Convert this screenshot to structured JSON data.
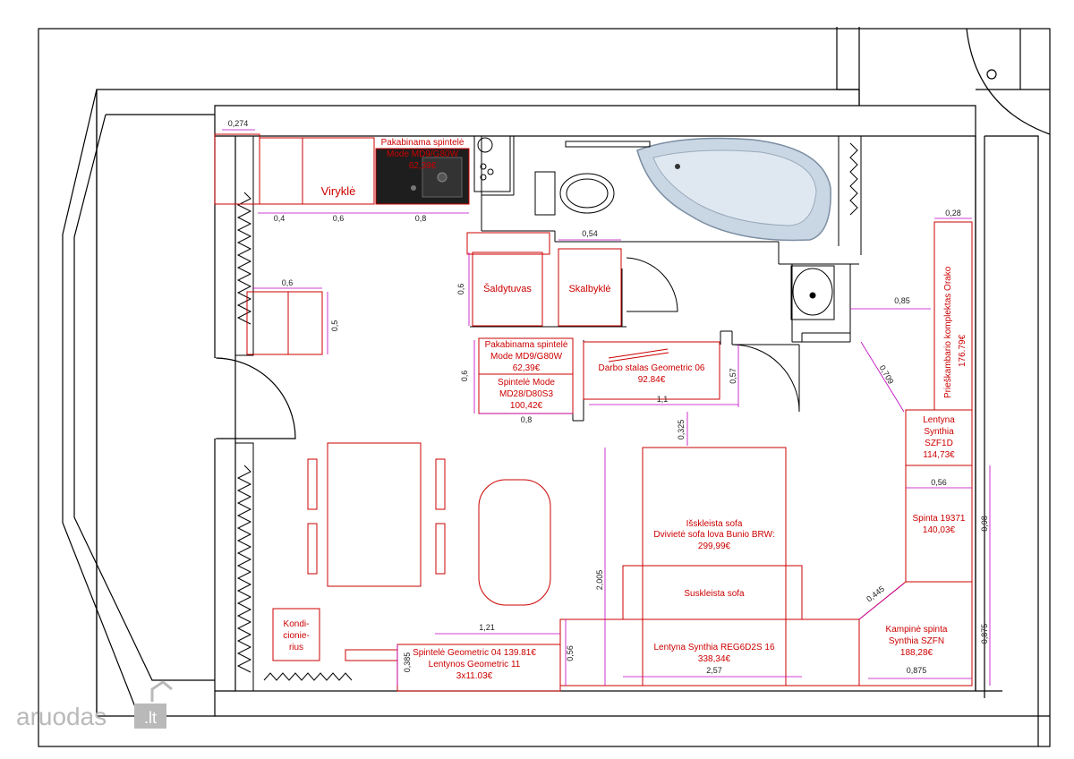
{
  "colors": {
    "wall": "#000000",
    "furniture": "#cc0000",
    "dimension": "#c000c0",
    "dim_text": "#222222",
    "tub": "#9fb3c9",
    "sink": "#2a2a2a",
    "watermark": "#b9b9b9"
  },
  "labels": {
    "wall_cabinet_top": "Pakabinama spintelė",
    "wall_cabinet_top_model": "Mode MD9/G80W",
    "wall_cabinet_top_price": "62,39€",
    "stove": "Viryklė",
    "fridge": "Šaldytuvas",
    "washer": "Skalbyklė",
    "wall_cabinet_line1": "Pakabinama spintelė",
    "wall_cabinet_line2": "Mode MD9/G80W",
    "wall_cabinet_line3": "62,39€",
    "cabinet_line1": "Spintelė Mode",
    "cabinet_line2": "MD28/D80S3",
    "cabinet_line3": "100,42€",
    "desk_line1": "Darbo stalas Geometric 06",
    "desk_line2": "92.84€",
    "hallway_line1": "Prieškambario komplektas Orako",
    "hallway_line2": "176.79€",
    "shelf_szf_line1": "Lentyna",
    "shelf_szf_line2": "Synthia",
    "shelf_szf_line3": "SZF1D",
    "shelf_szf_line4": "114,73€",
    "wardrobe_line1": "Spinta 19371",
    "wardrobe_line2": "140,03€",
    "sofa_open_line1": "Išskleista sofa",
    "sofa_open_line2": "Dvivietė sofa lova Bunio BRW:",
    "sofa_open_line3": "299,99€",
    "sofa_closed": "Suskleista sofa",
    "corner_line1": "Kampinė spinta",
    "corner_line2": "Synthia SZFN",
    "corner_line3": "188,28€",
    "shelf_reg_line1": "Lentyna Synthia REG6D2S 16",
    "shelf_reg_line2": "338,34€",
    "geo_line1": "Spintelė Geometric 04 139.81€",
    "geo_line2": "Lentynos Geometric 11",
    "geo_line3": "3x11.03€",
    "ac_line1": "Kondi-",
    "ac_line2": "cionie-",
    "ac_line3": "rius"
  },
  "dimensions": {
    "d_0274": "0,274",
    "d_04": "0,4",
    "d_06_top": "0,6",
    "d_08_top": "0,8",
    "d_054": "0,54",
    "d_06_left": "0,6",
    "d_05": "0,5",
    "d_06_fridge": "0,6",
    "d_06_cab": "0,6",
    "d_08_cab": "0,8",
    "d_11": "1,1",
    "d_057": "0,57",
    "d_0325": "0,325",
    "d_085": "0,85",
    "d_0709": "0,709",
    "d_028": "0,28",
    "d_056": "0,56",
    "d_098": "0,98",
    "d_0445": "0,445",
    "d_0875_v": "0,875",
    "d_0875_h": "0,875",
    "d_2005": "2,005",
    "d_121": "1,21",
    "d_0385": "0,385",
    "d_056_low": "0,56",
    "d_257": "2,57"
  },
  "watermark": {
    "text": "aruodas",
    "suffix": ".lt"
  }
}
